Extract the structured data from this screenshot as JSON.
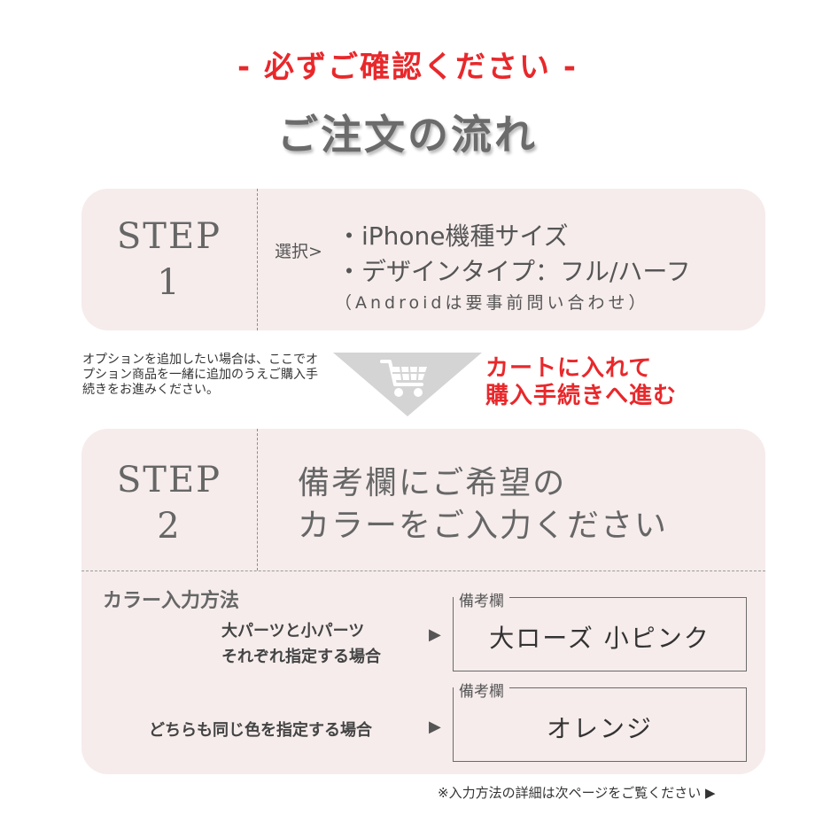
{
  "header": {
    "notice": "- 必ずご確認ください -",
    "notice_color": "#e8282b",
    "title": "ご注文の流れ"
  },
  "step1": {
    "label_word": "STEP",
    "label_num": "1",
    "select_prefix": "選択>",
    "items": [
      "・iPhone機種サイズ",
      "・デザインタイプ：フル/ハーフ"
    ],
    "note": "（Androidは要事前問い合わせ）"
  },
  "middle": {
    "option_note": "オプションを追加したい場合は、ここでオプション商品を一緒に追加のうえご購入手続きをお進みください。",
    "cart_icon": "cart-icon",
    "cta_line1": "カートに入れて",
    "cta_line2": "購入手続きへ進む",
    "cta_color": "#e8282b"
  },
  "step2": {
    "label_word": "STEP",
    "label_num": "2",
    "heading_line1": "備考欄にご希望の",
    "heading_line2": "カラーをご入力ください",
    "method_title": "カラー入力方法",
    "case1_line1": "大パーツと小パーツ",
    "case1_line2": "それぞれ指定する場合",
    "case1_arrow": "▶",
    "case1_box_label": "備考欄",
    "case1_box_value": "大ローズ 小ピンク",
    "case2_text": "どちらも同じ色を指定する場合",
    "case2_arrow": "▶",
    "case2_box_label": "備考欄",
    "case2_box_value": "オレンジ"
  },
  "footer": {
    "note": "※入力方法の詳細は次ページをご覧ください ▶"
  },
  "colors": {
    "card_bg": "#f6ecec",
    "text_gray": "#6b6b6b",
    "arrow_gray": "#d4d4d4"
  }
}
